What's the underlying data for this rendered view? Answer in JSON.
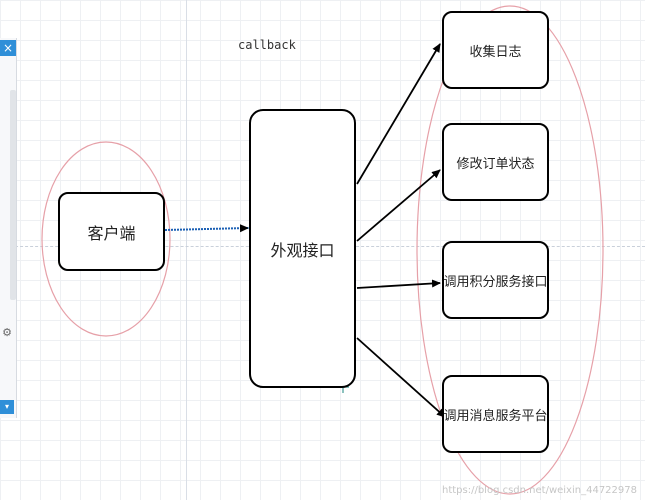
{
  "canvas": {
    "background": "#ffffff",
    "grid_color": "#eef0f3"
  },
  "side_panel": {
    "close_icon": "×",
    "gear_icon": "⚙",
    "dropdown_icon": "▾"
  },
  "annotation": {
    "text": "callback"
  },
  "nodes": {
    "client": "客户端",
    "facade": "外观接口",
    "targets": [
      "收集日志",
      "修改订单状态",
      "调用积分服务接口",
      "调用消息服务平台"
    ]
  },
  "colors": {
    "box_border": "#000000",
    "ellipse": "#e6a0a8",
    "arrow": "#000000",
    "connector": "#1a5fb4",
    "handle": "#3b8fd9"
  },
  "watermark": {
    "text": "https://blog.csdn.net/weixin_44722978"
  }
}
